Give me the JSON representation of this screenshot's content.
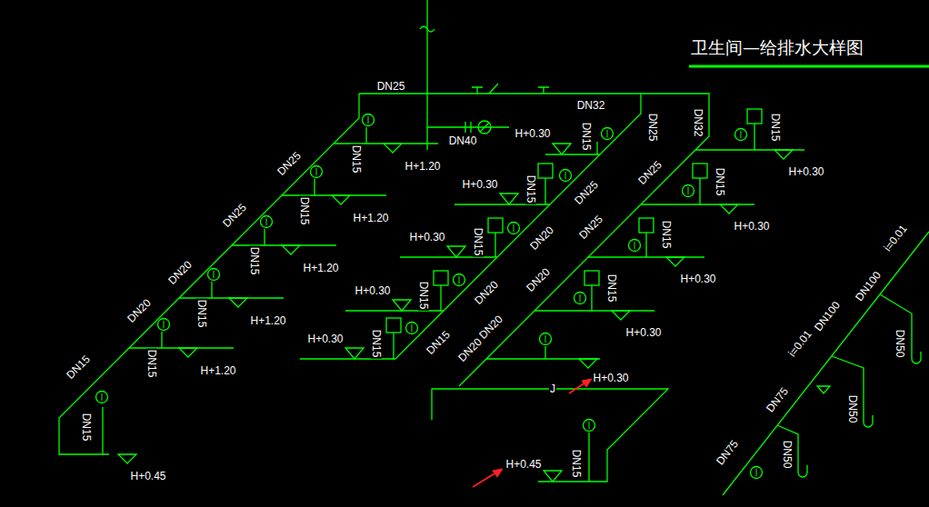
{
  "diagram": {
    "title": "卫生间—给排水大样图",
    "labels": [
      "DN25",
      "DN32",
      "DN40",
      "DN25",
      "DN32",
      "H+0.30",
      "DN15",
      "H+1.20",
      "DN15",
      "DN25",
      "DN15",
      "H+1.20",
      "DN25",
      "DN15",
      "H+1.20",
      "DN20",
      "DN15",
      "H+1.20",
      "DN20",
      "DN15",
      "H+1.20",
      "DN15",
      "DN15",
      "H+0.45",
      "H+0.30",
      "DN15",
      "DN25",
      "H+0.30",
      "DN15",
      "DN20",
      "H+0.30",
      "DN15",
      "DN20",
      "H+0.30",
      "DN15",
      "DN15",
      "DN15",
      "H+0.30",
      "DN25",
      "DN15",
      "H+0.30",
      "DN25",
      "DN15",
      "H+0.30",
      "DN20",
      "DN15",
      "H+0.30",
      "DN20",
      "DN20",
      "H+0.30",
      "J",
      "H+0.45",
      "DN15",
      "i=0.01",
      "DN100",
      "DN100",
      "DN50",
      "DN75",
      "DN50",
      "DN50",
      "DN75",
      "i=0.01"
    ]
  }
}
